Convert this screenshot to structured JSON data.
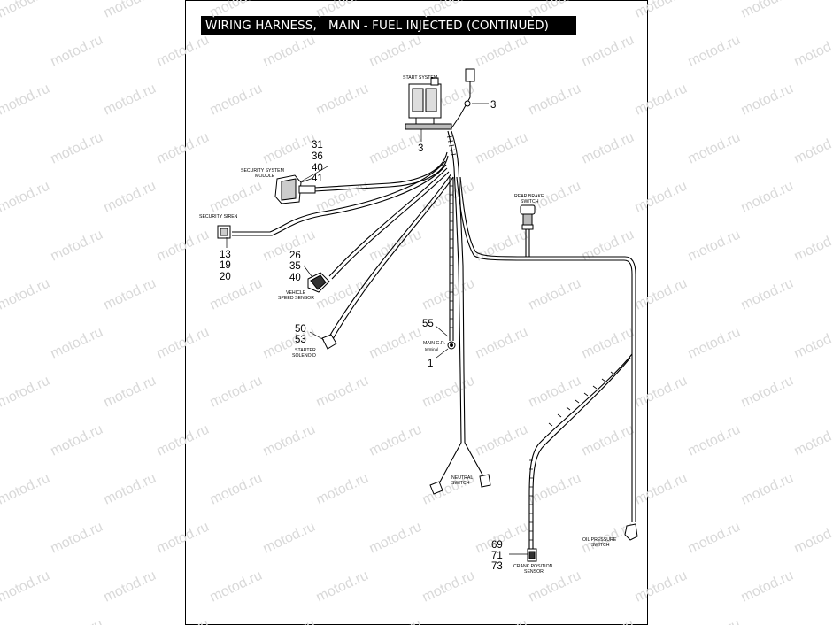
{
  "title": "WIRING HARNESS,   MAIN - FUEL INJECTED (CONTINUED)",
  "watermark": "motod.ru",
  "components": {
    "start_system": "START SYSTEM",
    "security_system_module_1": "SECURITY SYSTEM",
    "security_system_module_2": "MODULE",
    "security_siren": "SECURITY SIREN",
    "rear_brake_switch_1": "REAR BRAKE",
    "rear_brake_switch_2": "SWITCH",
    "vehicle_speed_sensor_1": "VEHICLE",
    "vehicle_speed_sensor_2": "SPEED SENSOR",
    "starter_solenoid_1": "STARTER",
    "starter_solenoid_2": "SOLENOID",
    "main_ground_1": "MAIN G.R.",
    "main_ground_2": "terminal",
    "neutral_switch_1": "NEUTRAL",
    "neutral_switch_2": "SWITCH",
    "oil_pressure_switch_1": "OIL PRESSURE",
    "oil_pressure_switch_2": "SWITCH",
    "crank_position_sensor_1": "CRANK POSITION",
    "crank_position_sensor_2": "SENSOR"
  },
  "callouts": {
    "start_system_a": "3",
    "start_system_b": "3",
    "module": [
      "31",
      "36",
      "40",
      "41"
    ],
    "siren": [
      "13",
      "19",
      "20"
    ],
    "speed_sensor": [
      "26",
      "35",
      "40"
    ],
    "solenoid": [
      "50",
      "53"
    ],
    "ground_top": "55",
    "ground_bottom": "1",
    "crank": [
      "69",
      "71",
      "73"
    ]
  }
}
